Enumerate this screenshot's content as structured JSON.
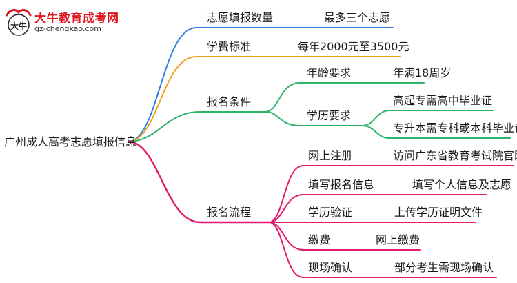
{
  "logo": {
    "name": "大牛教育成考网",
    "url": "gz-chengkao.com",
    "mark_text": "大牛"
  },
  "root": "广州成人高考志愿填报信息",
  "branches": [
    {
      "label": "志愿填报数量",
      "value": "最多三个志愿",
      "color": "#2f7fdc"
    },
    {
      "label": "学费标准",
      "value": "每年2000元至3500元",
      "color": "#f2a01e"
    },
    {
      "label": "报名条件",
      "color": "#2db36a",
      "children": [
        {
          "label": "年龄要求",
          "value": "年满18周岁"
        },
        {
          "label": "学历要求",
          "values": [
            "高起专需高中毕业证",
            "专升本需专科或本科毕业证"
          ]
        }
      ]
    },
    {
      "label": "报名流程",
      "color": "#e5196f",
      "children": [
        {
          "label": "网上注册",
          "value": "访问广东省教育考试院官网"
        },
        {
          "label": "填写报名信息",
          "value": "填写个人信息及志愿"
        },
        {
          "label": "学历验证",
          "value": "上传学历证明文件"
        },
        {
          "label": "缴费",
          "value": "网上缴费"
        },
        {
          "label": "现场确认",
          "value": "部分考生需现场确认"
        }
      ]
    }
  ]
}
